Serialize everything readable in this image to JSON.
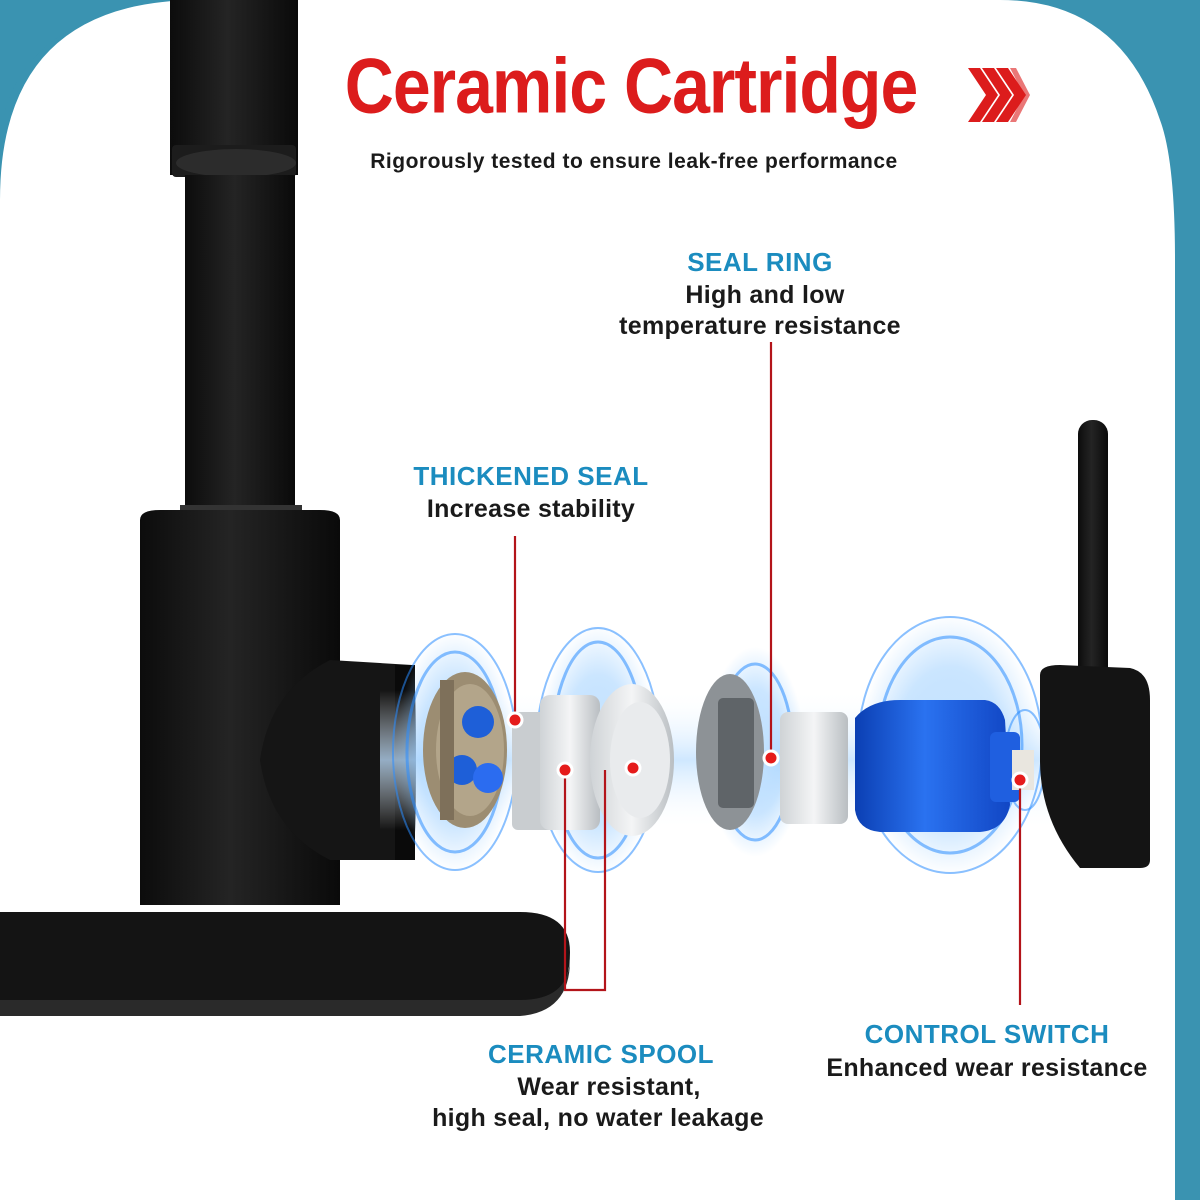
{
  "title": "Ceramic Cartridge",
  "subtitle": "Rigorously tested to ensure leak-free performance",
  "callouts": {
    "seal_ring": {
      "heading": "SEAL RING",
      "line1": "High and low",
      "line2": "temperature resistance"
    },
    "thickened_seal": {
      "heading": "THICKENED SEAL",
      "line1": "Increase stability"
    },
    "ceramic_spool": {
      "heading": "CERAMIC SPOOL",
      "line1": "Wear resistant,",
      "line2": "high seal, no water leakage"
    },
    "control_switch": {
      "heading": "CONTROL SWITCH",
      "line1": "Enhanced wear resistance"
    }
  },
  "colors": {
    "frame": "#3a93b1",
    "panel": "#ffffff",
    "title": "#dc1c1c",
    "heading": "#1b8cbf",
    "leader": "#b3141a",
    "faucet": "#161616",
    "cartridge": "#1f5fe0"
  },
  "icons": [
    "chevron-arrows-icon"
  ]
}
